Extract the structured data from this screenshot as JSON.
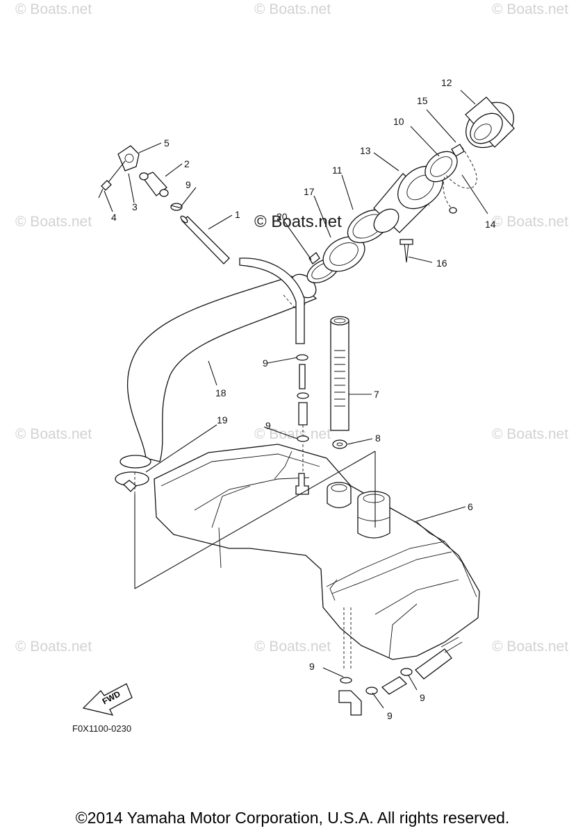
{
  "watermark": {
    "text": "© Boats.net",
    "center_text": "© Boats.net"
  },
  "callouts": {
    "c1": "1",
    "c2": "2",
    "c3": "3",
    "c4": "4",
    "c5": "5",
    "c6": "6",
    "c7": "7",
    "c8": "8",
    "c9a": "9",
    "c9b": "9",
    "c9c": "9",
    "c9d": "9",
    "c9e": "9",
    "c9f": "9",
    "c10": "10",
    "c11": "11",
    "c12": "12",
    "c13": "13",
    "c14": "14",
    "c15": "15",
    "c16": "16",
    "c17": "17",
    "c18": "18",
    "c19": "19",
    "c20": "20"
  },
  "fwd_label": "FWD",
  "diagram_code": "F0X1100-0230",
  "copyright": "©2014 Yamaha Motor Corporation, U.S.A. All rights reserved."
}
